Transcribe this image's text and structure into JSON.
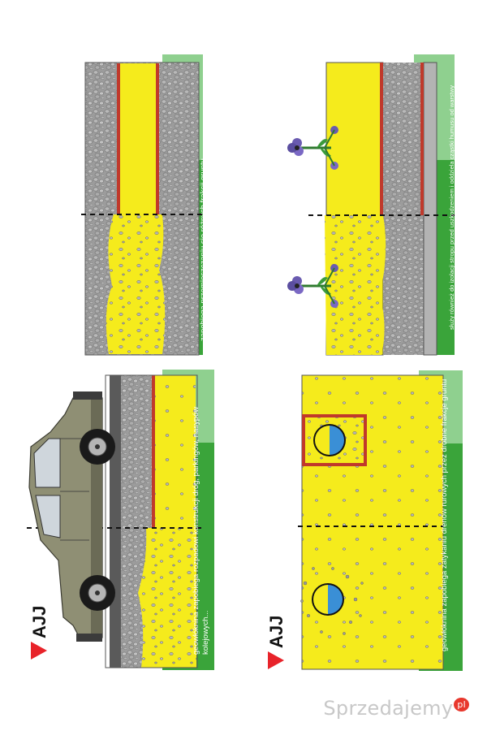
{
  "brand": {
    "logo_text": "AJJ",
    "logo_color": "#e8232a"
  },
  "panels": {
    "road": {
      "caption": "geowłóknina zapobiega rozpadowi konstrukcji dróg, parkingów, nasypów kolejowych..."
    },
    "separation": {
      "caption": "zapobiega przemieszczaniu się różnych frakcji gruntu"
    },
    "drainage": {
      "caption": "geowłóknina zapobiega zatykaniu drenów rurowych przez drobne frakcje gruntu"
    },
    "roof": {
      "caption": "służy również do izolacji stropu przed uszkodzeniem i oddziela cząstki humusu od warstwy drenażowej w konstrukcjach ogrodów na dachach"
    }
  },
  "watermark": {
    "text": "Sprzedajemy",
    "badge": "pl"
  },
  "colors": {
    "sand": "#f5eb1c",
    "gravel": "#9c9c9c",
    "geotextile": "#c0392b",
    "caption_bg": "#3aa43a",
    "caption_bg_light": "#8fd08f",
    "dashed_line": "#111111"
  },
  "icons": {
    "car": "car-icon",
    "flower": "flower-icon",
    "pipe": "drain-pipe-icon",
    "logo": "ajj-logo-icon"
  }
}
